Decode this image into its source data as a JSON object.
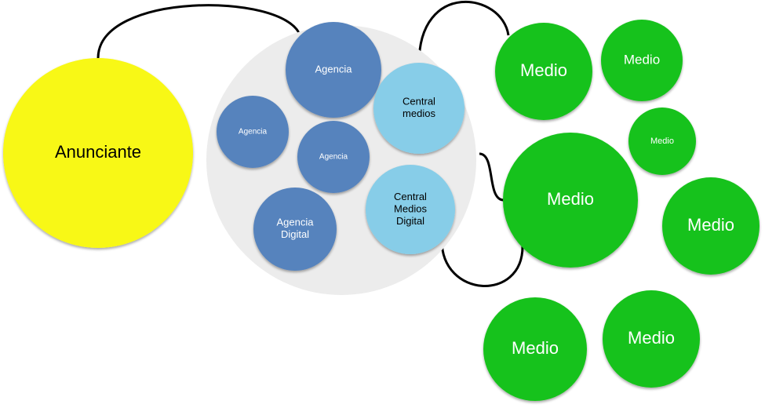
{
  "diagram": {
    "title": "",
    "colors": {
      "advertiser": "#F8F814",
      "agency": "#5683BD",
      "media_buyer": "#87CDE8",
      "media": "#16C21A",
      "group_container": "#ECECEC",
      "connector": "#000000",
      "dark_text": "#000000",
      "light_text": "#FFFFFF"
    },
    "nodes": [
      {
        "id": "anunciante",
        "type": "advertiser",
        "lines": [
          "Anunciante"
        ]
      },
      {
        "id": "agencias-group",
        "type": "group_container",
        "lines": []
      },
      {
        "id": "agencia-1",
        "type": "agency",
        "lines": [
          "Agencia"
        ]
      },
      {
        "id": "agencia-2",
        "type": "agency",
        "lines": [
          "Agencia"
        ]
      },
      {
        "id": "agencia-3",
        "type": "agency",
        "lines": [
          "Agencia"
        ]
      },
      {
        "id": "agencia-digital",
        "type": "agency",
        "lines": [
          "Agencia",
          "Digital"
        ]
      },
      {
        "id": "central-medios",
        "type": "media_buyer",
        "lines": [
          "Central",
          "medios"
        ]
      },
      {
        "id": "central-medios-digital",
        "type": "media_buyer",
        "lines": [
          "Central",
          "Medios",
          "Digital"
        ]
      },
      {
        "id": "medio-1",
        "type": "media",
        "lines": [
          "Medio"
        ]
      },
      {
        "id": "medio-2",
        "type": "media",
        "lines": [
          "Medio"
        ]
      },
      {
        "id": "medio-3",
        "type": "media",
        "lines": [
          "Medio"
        ]
      },
      {
        "id": "medio-4",
        "type": "media",
        "lines": [
          "Medio"
        ]
      },
      {
        "id": "medio-5",
        "type": "media",
        "lines": [
          "Medio"
        ]
      },
      {
        "id": "medio-6",
        "type": "media",
        "lines": [
          "Medio"
        ]
      },
      {
        "id": "medio-7",
        "type": "media",
        "lines": [
          "Medio"
        ]
      }
    ],
    "edges": [
      {
        "from": "anunciante",
        "to": "agencia-1"
      },
      {
        "from": "central-medios",
        "to": "medio-1"
      },
      {
        "from": "agencias-group",
        "to": "medio-4"
      },
      {
        "from": "central-medios-digital",
        "to": "medio-4"
      }
    ]
  }
}
